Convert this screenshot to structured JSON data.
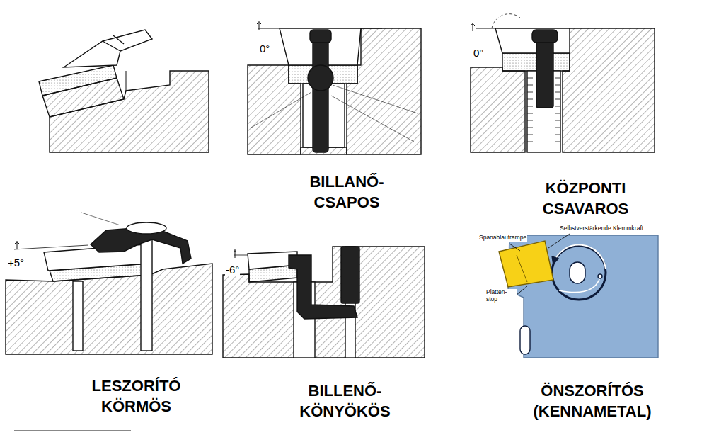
{
  "diagram": {
    "labels": [
      "0°",
      "0°",
      "BILLANŐ- CSAPOS",
      "KÖZPONTI CSAVAROS",
      "+5°",
      "-6°",
      "Selbstverstärkende Klemmkraft",
      "Spanablauframpe",
      "Platten- stop",
      "LESZORÍTÓ KÖRMÖS",
      "BILLENŐ- KÖNYÖKÖS",
      "ÖNSZORÍTÓS (KENNAMETAL)"
    ]
  }
}
